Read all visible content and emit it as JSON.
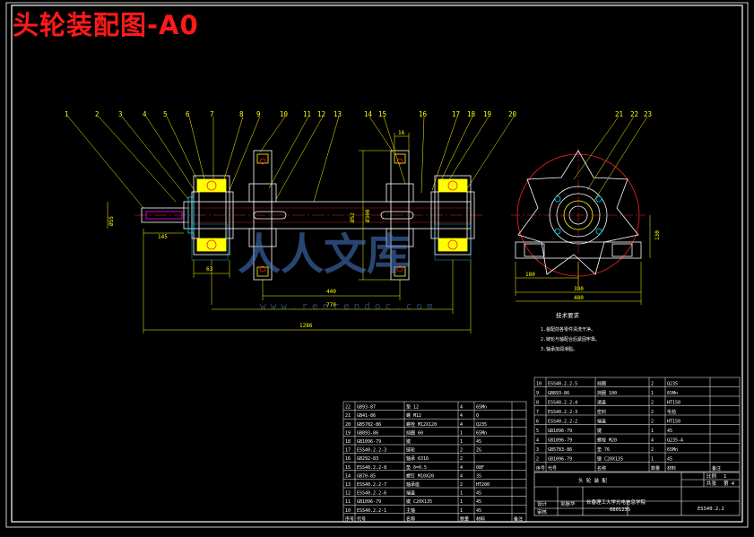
{
  "title": "头轮装配图-A0",
  "colors": {
    "background": "#000000",
    "line": "#ffffff",
    "yellow": "#ffff00",
    "red": "#ff2020",
    "cyan": "#00d8ff",
    "green": "#00ff00",
    "magenta": "#ff00ff",
    "watermark": "#4a7fd0"
  },
  "balloons": [
    "1",
    "2",
    "3",
    "4",
    "5",
    "6",
    "7",
    "8",
    "9",
    "10",
    "11",
    "12",
    "13",
    "14",
    "15",
    "16",
    "17",
    "18",
    "19",
    "20",
    "21",
    "22",
    "23"
  ],
  "dimensions": {
    "shaft_dia": "Ø55",
    "left_len": "145",
    "bearing_width": "63",
    "center_span": "440",
    "total_span": "770",
    "overall_len": "1286",
    "keyway_width": "16",
    "hub_dia": "Ø300",
    "shaft_mid": "Ø52",
    "side_base": "180",
    "side_width": "380",
    "side_total": "480",
    "side_height": "130"
  },
  "notes_title": "技术要求",
  "notes": [
    "1.装配前各零件清洗干净。",
    "2.链轮与轴配合后紧固牢靠。",
    "3.轴承加润滑脂。"
  ],
  "bom_left": [
    [
      "22",
      "GB93-87",
      "垫 12",
      "4",
      "65Mn",
      ""
    ],
    [
      "21",
      "GB41-86",
      "螺 M12",
      "4",
      "Q",
      ""
    ],
    [
      "20",
      "GB5782-86",
      "螺栓 M12X120",
      "4",
      "Q235",
      ""
    ],
    [
      "19",
      "GB893-86",
      "挡圈 60",
      "1",
      "65Mn",
      ""
    ],
    [
      "18",
      "GB1096-79",
      "键",
      "1",
      "45",
      ""
    ],
    [
      "17",
      "ESS40.2.2-3",
      "链轮",
      "2",
      "ZG",
      ""
    ],
    [
      "16",
      "GB292-83",
      "轴承 6316",
      "2",
      "",
      ""
    ],
    [
      "15",
      "ESS40.2.2-8",
      "垫 δ=0.5",
      "4",
      "08F",
      ""
    ],
    [
      "14",
      "GB70-85",
      "螺钉 M10X20",
      "4",
      "35",
      ""
    ],
    [
      "13",
      "ESS40.2.2-7",
      "轴承座",
      "2",
      "HT200",
      ""
    ],
    [
      "12",
      "ESS40.2.2-6",
      "端盖",
      "1",
      "45",
      ""
    ],
    [
      "11",
      "GB1096-79",
      "键 C20X135",
      "1",
      "45",
      ""
    ],
    [
      "10",
      "ESS40.2.2-1",
      "主轴",
      "1",
      "45",
      ""
    ]
  ],
  "bom_right": [
    [
      "10",
      "ESS40.2.2-5",
      "挡圈",
      "2",
      "Q235",
      ""
    ],
    [
      "9",
      "GB893-86",
      "挡圈 100",
      "1",
      "65Mn",
      ""
    ],
    [
      "8",
      "ESS40.2.2-4",
      "透盖",
      "2",
      "HT150",
      ""
    ],
    [
      "7",
      "ESS40.2.2-3",
      "密封",
      "2",
      "毛毡",
      ""
    ],
    [
      "6",
      "ESS40.2.2-2",
      "端盖",
      "2",
      "HT150",
      ""
    ],
    [
      "5",
      "GB1096-79",
      "键",
      "1",
      "45",
      ""
    ],
    [
      "4",
      "GB1096-79",
      "螺栓 M20",
      "4",
      "Q235-A",
      ""
    ],
    [
      "3",
      "GB5783-86",
      "垫 76",
      "2",
      "65Mn",
      ""
    ],
    [
      "2",
      "GB1096-79",
      "键 C20X135",
      "1",
      "45",
      ""
    ]
  ],
  "bom_header": [
    "序号",
    "代号",
    "名称",
    "数量",
    "材料",
    "备注"
  ],
  "title_block": {
    "drawing_name": "头 轮 装 配",
    "scale_label": "比例",
    "scale_value": "1",
    "sheet_label": "共张",
    "sheet_value": "第 4",
    "designer_label": "设计",
    "designer": "吴振华",
    "school": "长春理工大学光电信息学院",
    "student_id": "0801235",
    "check_label": "审核",
    "drawing_no": "ESS40.2.2"
  },
  "watermark": {
    "text": "人人文库",
    "url": "www.renrendoc.com"
  }
}
